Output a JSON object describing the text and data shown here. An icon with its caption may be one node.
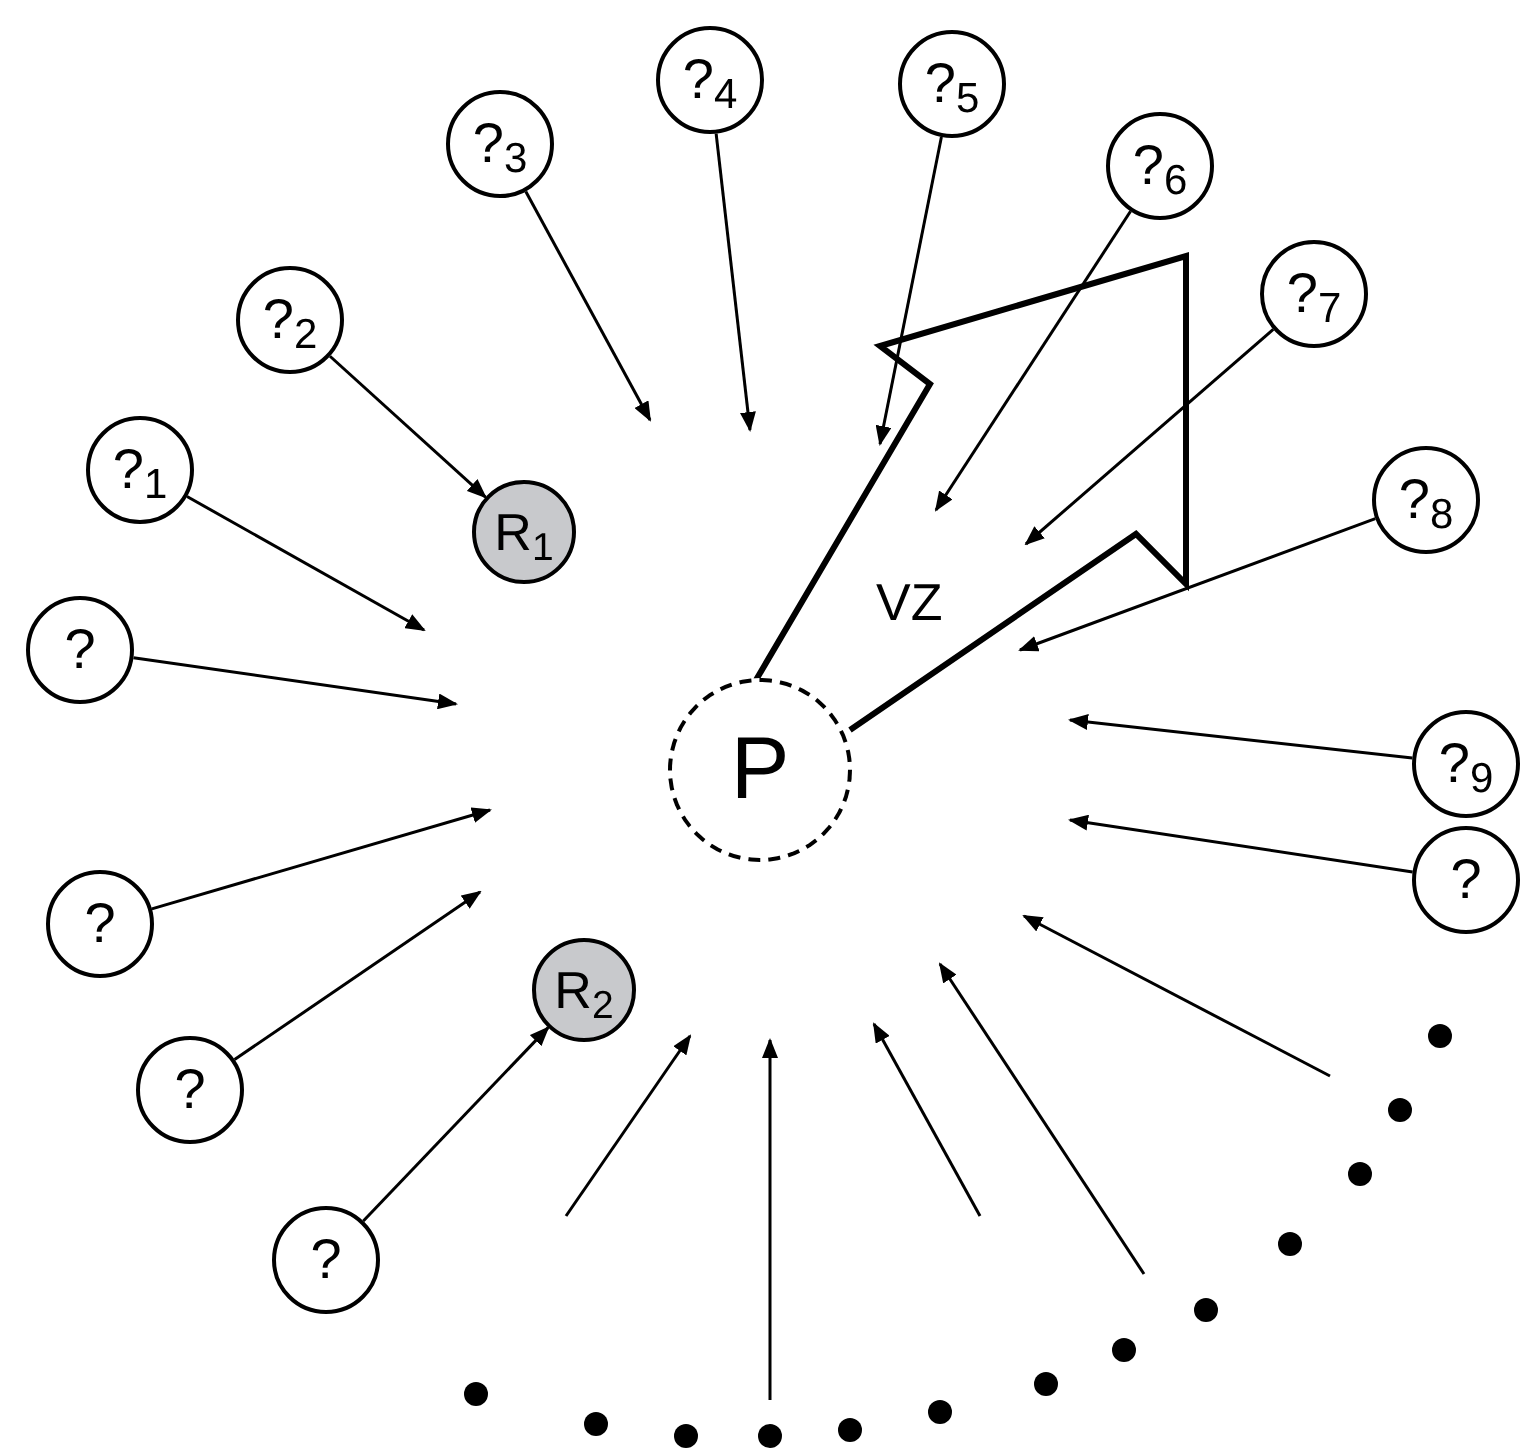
{
  "diagram": {
    "nodes": [
      {
        "text": [
          "?$_{4}$"
        ]
      },
      {
        "text": [
          "?$_{5}$"
        ]
      },
      {
        "text": [
          "?$_{3}$"
        ]
      },
      {
        "text": [
          "?$_{6}$"
        ]
      },
      {
        "text": [
          "?$_{7}$"
        ]
      },
      {
        "text": [
          "?$_{2}$"
        ]
      },
      {
        "text": [
          "?$_{1}$"
        ]
      },
      {
        "text": [
          "R$_{1}$"
        ]
      },
      {
        "text": [
          "?$_{8}$"
        ]
      },
      {
        "text": [
          "VZ"
        ]
      },
      {
        "text": [
          "?"
        ]
      },
      {
        "text": [
          "P"
        ]
      },
      {
        "text": [
          "?$_{9}$"
        ]
      },
      {
        "text": [
          "?"
        ]
      },
      {
        "text": [
          "?"
        ]
      },
      {
        "text": [
          "R$_{2}$"
        ]
      },
      {
        "text": [
          "?"
        ]
      },
      {
        "text": [
          "?"
        ]
      }
    ],
    "edges": [
      {
        "from": 0,
        "to": null,
        "arrow": "to"
      },
      {
        "from": 1,
        "to": null,
        "arrow": "to"
      },
      {
        "from": 2,
        "to": null,
        "arrow": "to"
      },
      {
        "from": 3,
        "to": null,
        "arrow": "to"
      },
      {
        "from": 4,
        "to": null,
        "arrow": "to"
      },
      {
        "from": 5,
        "to": 7,
        "arrow": "to"
      },
      {
        "from": 6,
        "to": null,
        "arrow": "to"
      },
      {
        "from": 8,
        "to": null,
        "arrow": "to"
      },
      {
        "from": 10,
        "to": null,
        "arrow": "to"
      },
      {
        "from": 12,
        "to": null,
        "arrow": "to"
      },
      {
        "from": 13,
        "to": null,
        "arrow": "to"
      },
      {
        "from": 14,
        "to": null,
        "arrow": "to"
      },
      {
        "from": 16,
        "to": null,
        "arrow": "to"
      },
      {
        "from": 17,
        "to": 15,
        "arrow": "to"
      }
    ]
  }
}
